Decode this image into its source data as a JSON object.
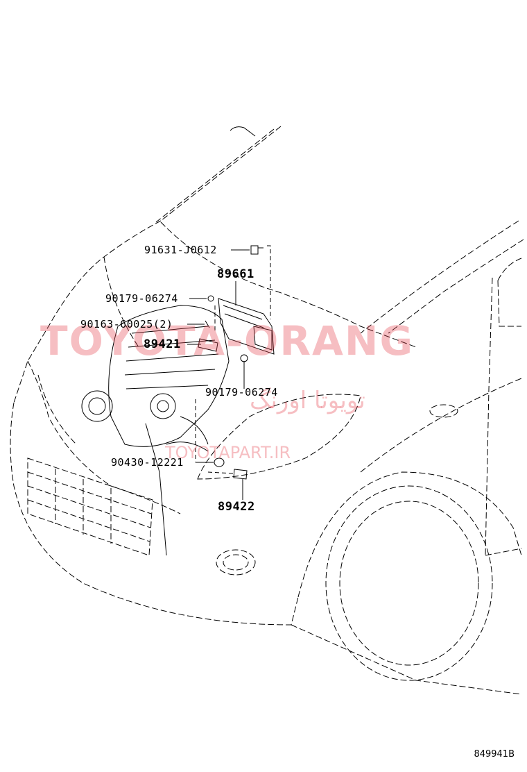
{
  "parts": [
    {
      "id": "p1",
      "number": "91631-J0612"
    },
    {
      "id": "p2",
      "number": "89661"
    },
    {
      "id": "p3",
      "number": "90179-06274"
    },
    {
      "id": "p4",
      "number": "90163-60025(2)"
    },
    {
      "id": "p5",
      "number": "89421"
    },
    {
      "id": "p6",
      "number": "90179-06274"
    },
    {
      "id": "p7",
      "number": "90430-12221"
    },
    {
      "id": "p8",
      "number": "89422"
    }
  ],
  "watermark": {
    "brand": "TOYOTA-ORANG",
    "persian": "تویوتا اورنگ",
    "url": "TOYOTAPART.IR"
  },
  "illustration_code": "849941B"
}
